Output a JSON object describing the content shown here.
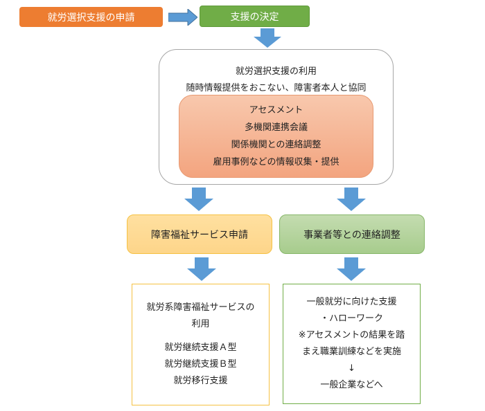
{
  "flow": {
    "application": "就労選択支援の申請",
    "decision": "支援の決定",
    "usage_box": {
      "lines": [
        "就労選択支援の利用",
        "随時情報提供をおこない、障害者本人と協同"
      ],
      "assessment": [
        "アセスメント",
        "多機関連携会議",
        "関係機関との連絡調整",
        "雇用事例などの情報収集・提供"
      ]
    },
    "welfare_application": "障害福祉サービス申請",
    "employer_liaison": "事業者等との連絡調整",
    "welfare_services": {
      "title_lines": [
        "就労系障害福祉サービスの",
        "利用"
      ],
      "items": [
        "就労継続支援Ａ型",
        "就労継続支援Ｂ型",
        "就労移行支援"
      ]
    },
    "general_employment": {
      "lines": [
        "一般就労に向けた支援",
        "・ハローワーク",
        "※アセスメントの結果を踏",
        "まえ職業訓練などを実施",
        "↓",
        "一般企業などへ"
      ]
    }
  },
  "colors": {
    "orange": "#ed7d31",
    "green": "#70ad47",
    "arrow_blue": "#5b9bd5",
    "yellow_border": "#f5c142"
  }
}
